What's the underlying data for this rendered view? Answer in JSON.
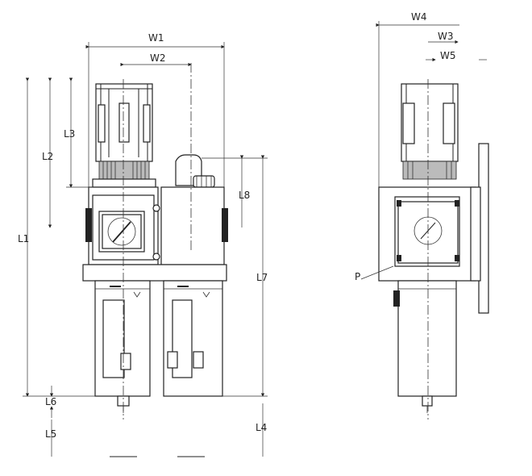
{
  "labels": {
    "W1": "W1",
    "W2": "W2",
    "W3": "W3",
    "W4": "W4",
    "W5": "W5",
    "L1": "L1",
    "L2": "L2",
    "L3": "L3",
    "L4": "L4",
    "L5": "L5",
    "L6": "L6",
    "L7": "L7",
    "L8": "L8",
    "P": "P"
  }
}
